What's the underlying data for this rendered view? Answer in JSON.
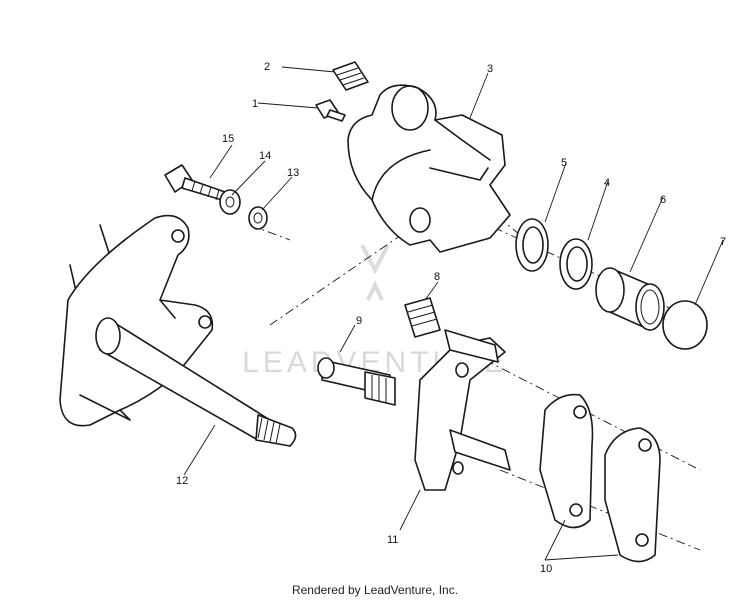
{
  "callouts": [
    "1",
    "2",
    "3",
    "4",
    "5",
    "6",
    "7",
    "8",
    "9",
    "10",
    "11",
    "12",
    "13",
    "14",
    "15"
  ],
  "watermark": {
    "text": "LEADVENTURE"
  },
  "footer": {
    "text": "Rendered by LeadVenture, Inc."
  }
}
